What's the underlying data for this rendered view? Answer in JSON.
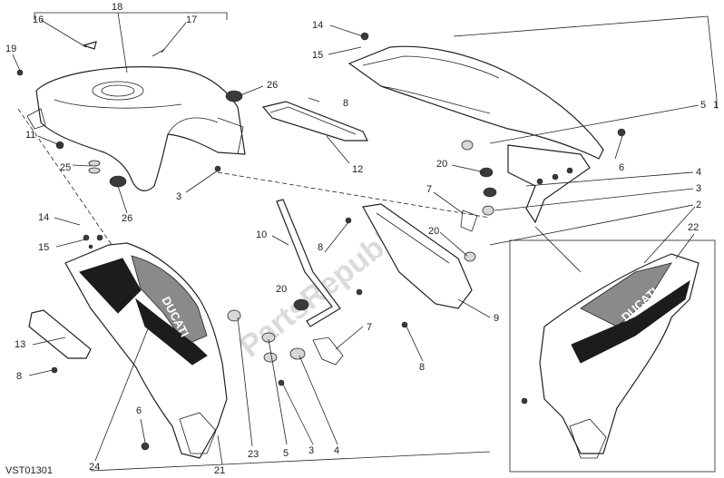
{
  "diagram_code": "VST01301",
  "watermark": "PartsRepublik",
  "brand_logo": "DUCATI",
  "callouts": {
    "c1": "1",
    "c2": "2",
    "c3a": "3",
    "c3b": "3",
    "c3c": "3",
    "c4a": "4",
    "c4b": "4",
    "c5a": "5",
    "c5b": "5",
    "c6a": "6",
    "c6b": "6",
    "c7a": "7",
    "c7b": "7",
    "c8a": "8",
    "c8b": "8",
    "c8c": "8",
    "c8d": "8",
    "c9": "9",
    "c10": "10",
    "c11": "11",
    "c12": "12",
    "c13": "13",
    "c14a": "14",
    "c14b": "14",
    "c15a": "15",
    "c15b": "15",
    "c16": "16",
    "c17": "17",
    "c18": "18",
    "c19": "19",
    "c20a": "20",
    "c20b": "20",
    "c20c": "20",
    "c21": "21",
    "c22": "22",
    "c23": "23",
    "c24": "24",
    "c25": "25",
    "c26a": "26",
    "c26b": "26"
  }
}
